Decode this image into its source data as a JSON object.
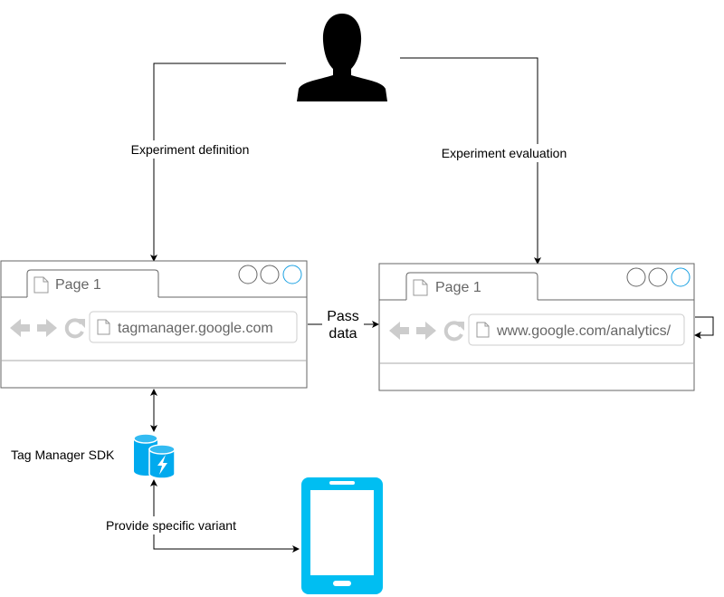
{
  "labels": {
    "experiment_definition": "Experiment definition",
    "experiment_evaluation": "Experiment evaluation",
    "pass_data_line1": "Pass",
    "pass_data_line2": "data",
    "tag_manager_sdk": "Tag Manager SDK",
    "provide_specific_variant": "Provide specific variant"
  },
  "browser_left": {
    "tab_label": "Page 1",
    "url": "tagmanager.google.com"
  },
  "browser_right": {
    "tab_label": "Page 1",
    "url": "www.google.com/analytics/"
  },
  "colors": {
    "accent_blue": "#1ba1e2",
    "sdk_blue": "#00aaee",
    "phone_blue": "#00bef2",
    "nav_gray": "#cccccc",
    "line": "#000000"
  }
}
